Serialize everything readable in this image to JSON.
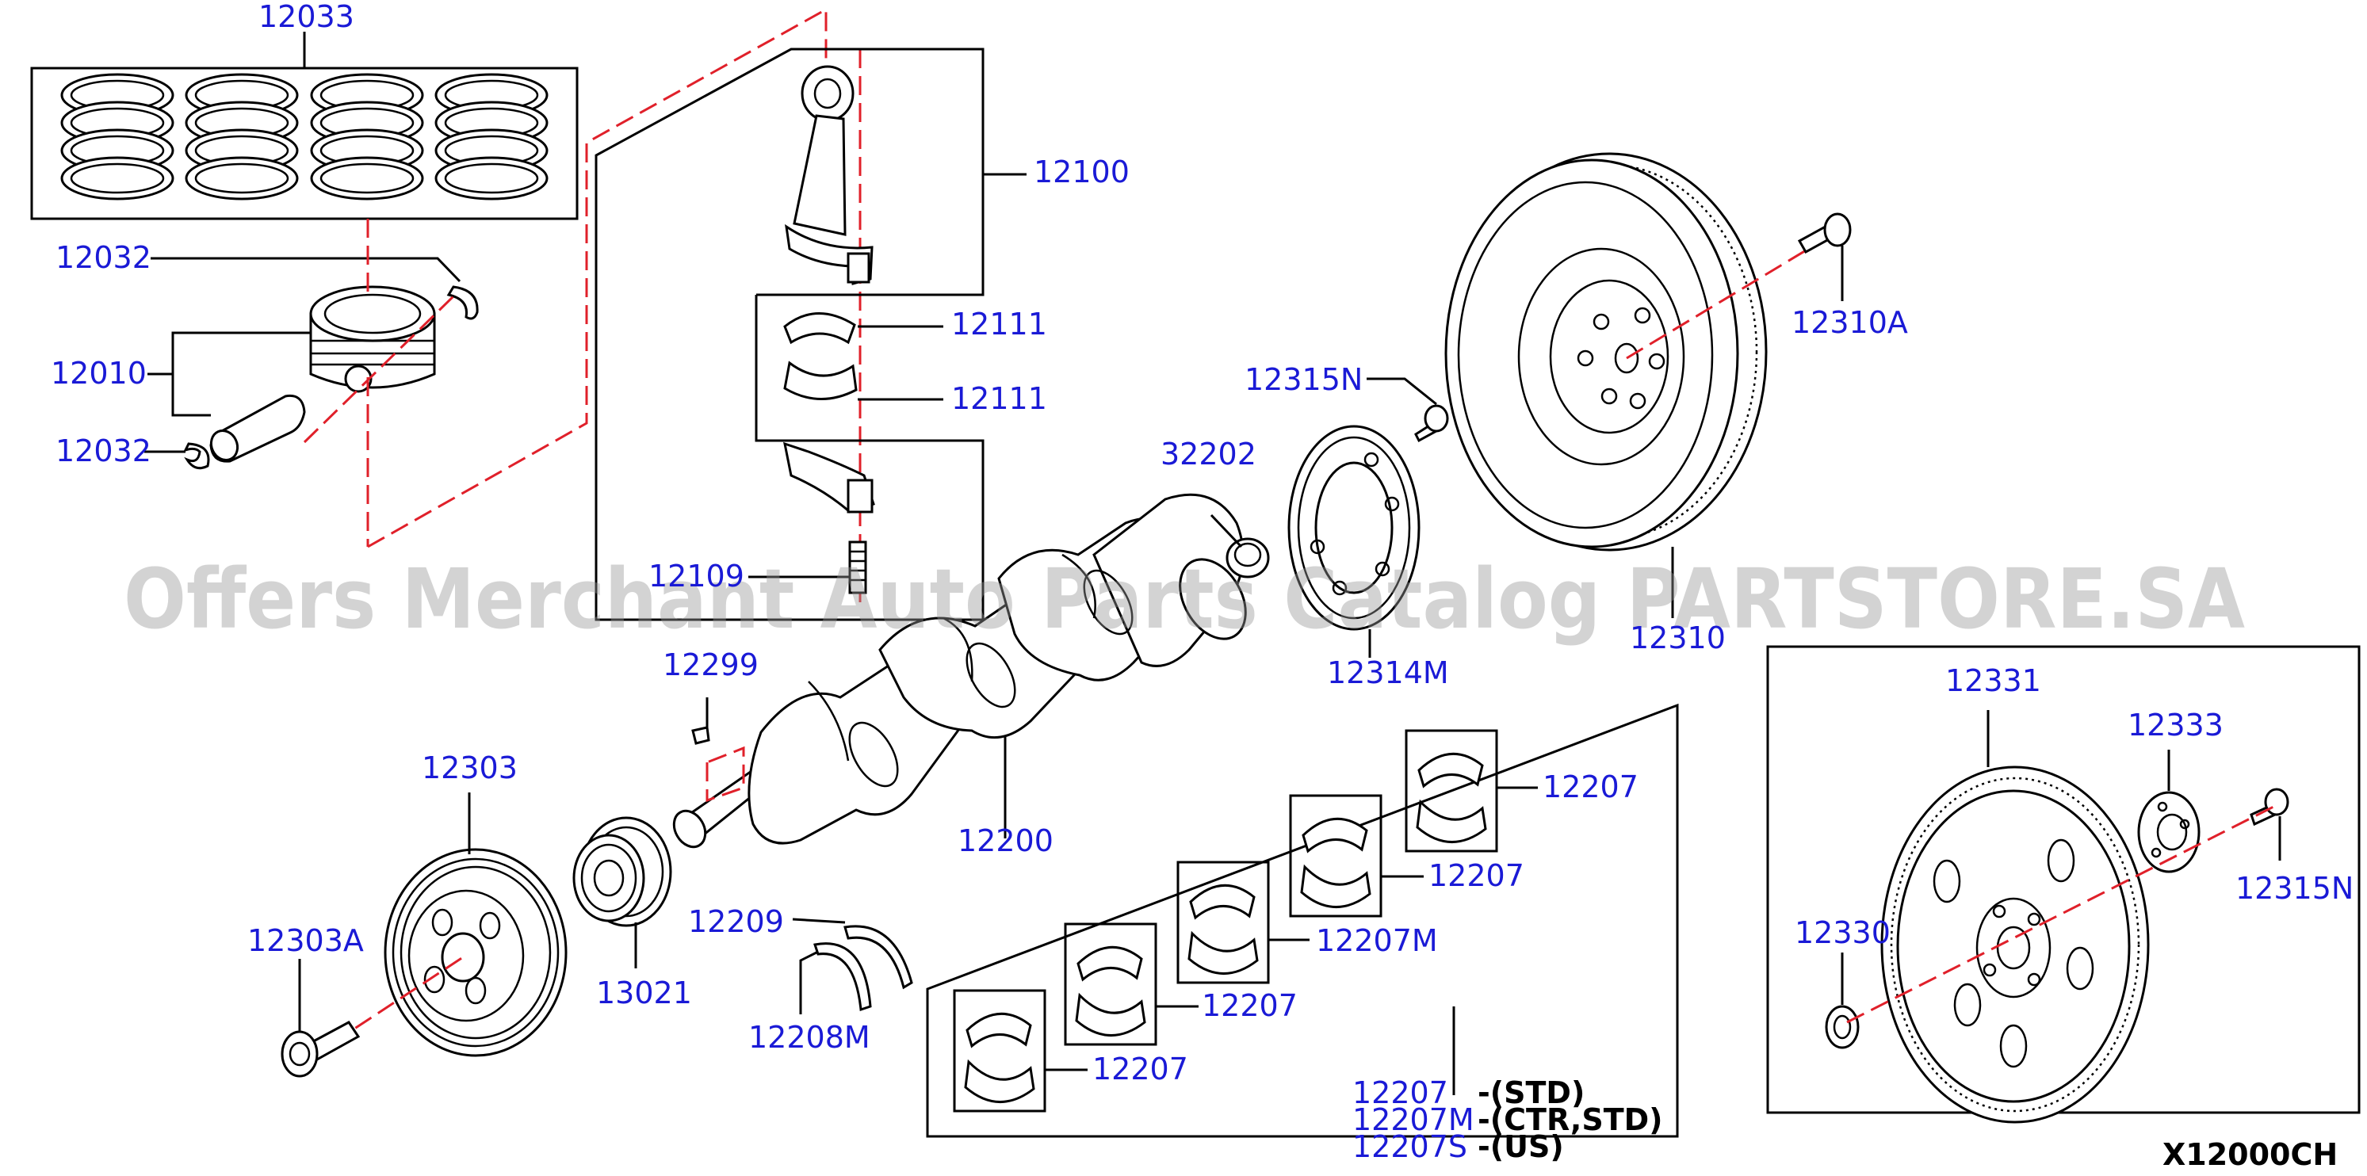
{
  "diagram": {
    "watermark": "Offers Merchant Auto Parts Catalog PARTSTORE.SA",
    "figure_code": "X12000CH",
    "labels": {
      "p12033": "12033",
      "p12032a": "12032",
      "p12010": "12010",
      "p12032b": "12032",
      "p12100": "12100",
      "p12111a": "12111",
      "p12111b": "12111",
      "p12109": "12109",
      "p12299": "12299",
      "p12303": "12303",
      "p12303A": "12303A",
      "p13021": "13021",
      "p12200": "12200",
      "p12209": "12209",
      "p12208M": "12208M",
      "p32202": "32202",
      "p12315Na": "12315N",
      "p12314M": "12314M",
      "p12310": "12310",
      "p12310A": "12310A",
      "p12207a": "12207",
      "p12207b": "12207",
      "p12207M": "12207M",
      "p12207c": "12207",
      "p12207d": "12207",
      "p12331": "12331",
      "p12333": "12333",
      "p12330": "12330",
      "p12315Nb": "12315N"
    },
    "legend": [
      {
        "code": "12207",
        "desc": "-(STD)"
      },
      {
        "code": "12207M",
        "desc": "-(CTR,STD)"
      },
      {
        "code": "12207S",
        "desc": "-(US)"
      }
    ]
  }
}
